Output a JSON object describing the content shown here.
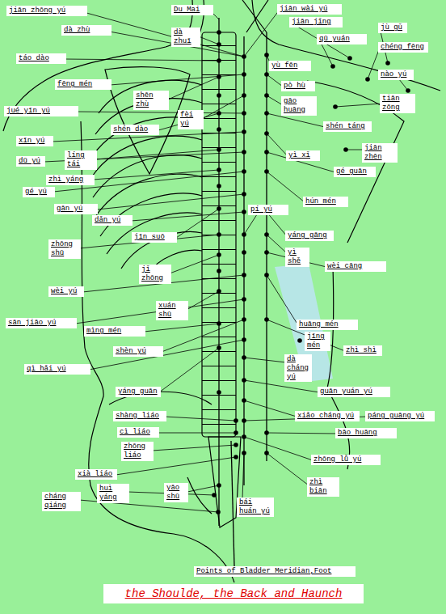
{
  "diagram": {
    "title": "the Shoulde, the Back and Haunch",
    "nodes": [
      {
        "text": [
          "jiān zhōng yú"
        ]
      },
      {
        "text": [
          "Du Mai"
        ]
      },
      {
        "text": [
          "jiān wài yú"
        ]
      },
      {
        "text": [
          "jiān jǐng"
        ]
      },
      {
        "text": [
          "jù gǔ"
        ]
      },
      {
        "text": [
          "dà zhù"
        ]
      },
      {
        "text": [
          "dà zhuī"
        ]
      },
      {
        "text": [
          "qū yuán"
        ]
      },
      {
        "text": [
          "chéng fēng"
        ]
      },
      {
        "text": [
          "táo dào"
        ]
      },
      {
        "text": [
          "yù fēn"
        ]
      },
      {
        "text": [
          "nào yú"
        ]
      },
      {
        "text": [
          "fēng mén"
        ]
      },
      {
        "text": [
          "pò hù"
        ]
      },
      {
        "text": [
          "shēn zhù"
        ]
      },
      {
        "text": [
          "tiān zōng"
        ]
      },
      {
        "text": [
          "gāo huāng"
        ]
      },
      {
        "text": [
          "jué yīn yú"
        ]
      },
      {
        "text": [
          "fèi yú"
        ]
      },
      {
        "text": [
          "shén táng"
        ]
      },
      {
        "text": [
          "shén dào"
        ]
      },
      {
        "text": [
          "xīn yú"
        ]
      },
      {
        "text": [
          "jiān zhēn"
        ]
      },
      {
        "text": [
          "líng tái"
        ]
      },
      {
        "text": [
          "yì xǐ"
        ]
      },
      {
        "text": [
          "dū yú"
        ]
      },
      {
        "text": [
          "gé guān"
        ]
      },
      {
        "text": [
          "zhì yáng"
        ]
      },
      {
        "text": [
          "gé yú"
        ]
      },
      {
        "text": [
          "hún mén"
        ]
      },
      {
        "text": [
          "gān yú"
        ]
      },
      {
        "text": [
          "pí yú"
        ]
      },
      {
        "text": [
          "dǎn yú"
        ]
      },
      {
        "text": [
          "yáng gāng"
        ]
      },
      {
        "text": [
          "jīn suō"
        ]
      },
      {
        "text": [
          "zhōng shū"
        ]
      },
      {
        "text": [
          "yì shě"
        ]
      },
      {
        "text": [
          "wèi cāng"
        ]
      },
      {
        "text": [
          "jǐ zhōng"
        ]
      },
      {
        "text": [
          "wèi yú"
        ]
      },
      {
        "text": [
          "xuán shū"
        ]
      },
      {
        "text": [
          "sān jiāo yú"
        ]
      },
      {
        "text": [
          "huāng mén"
        ]
      },
      {
        "text": [
          "mìng mén"
        ]
      },
      {
        "text": [
          "jīng mén"
        ]
      },
      {
        "text": [
          "zhì shì"
        ]
      },
      {
        "text": [
          "shèn yú"
        ]
      },
      {
        "text": [
          "dà cháng yú"
        ]
      },
      {
        "text": [
          "qì hǎi yú"
        ]
      },
      {
        "text": [
          "yáng guān"
        ]
      },
      {
        "text": [
          "guān yuán yú"
        ]
      },
      {
        "text": [
          "shàng liáo"
        ]
      },
      {
        "text": [
          "xiǎo cháng yú"
        ]
      },
      {
        "text": [
          "páng guāng yú"
        ]
      },
      {
        "text": [
          "cì liáo"
        ]
      },
      {
        "text": [
          "bāo huāng"
        ]
      },
      {
        "text": [
          "zhōng liáo"
        ]
      },
      {
        "text": [
          "zhōng lǚ yú"
        ]
      },
      {
        "text": [
          "xià liáo"
        ]
      },
      {
        "text": [
          "zhì biān"
        ]
      },
      {
        "text": [
          "huì yáng"
        ]
      },
      {
        "text": [
          "yāo shū"
        ]
      },
      {
        "text": [
          "cháng qiáng"
        ]
      },
      {
        "text": [
          "bái huán yú"
        ]
      }
    ],
    "labels": [
      "Points of Bladder Meridian,Foot"
    ]
  }
}
